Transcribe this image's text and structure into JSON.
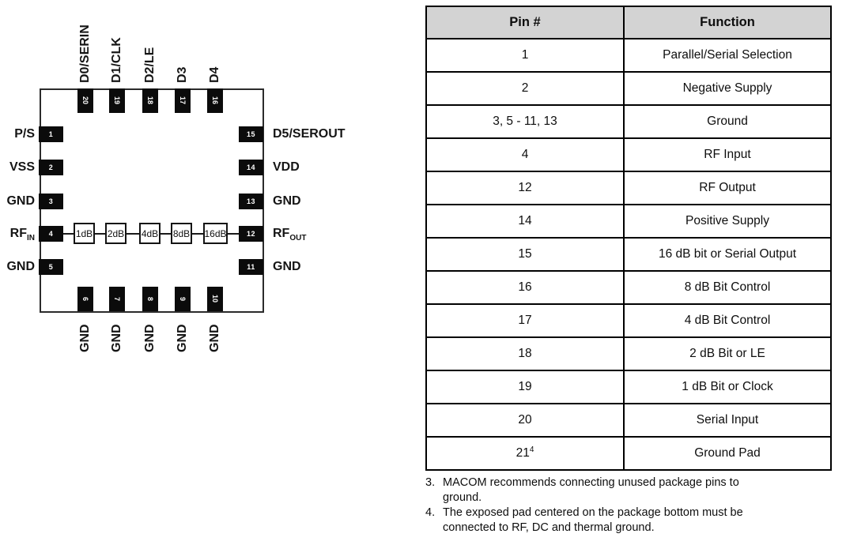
{
  "diagram": {
    "attenuators": [
      "1dB",
      "2dB",
      "4dB",
      "8dB",
      "16dB"
    ],
    "top_pins": [
      {
        "num": "20",
        "label": "D0/SERIN"
      },
      {
        "num": "19",
        "label": "D1/CLK"
      },
      {
        "num": "18",
        "label": "D2/LE"
      },
      {
        "num": "17",
        "label": "D3"
      },
      {
        "num": "16",
        "label": "D4"
      }
    ],
    "bottom_pins": [
      {
        "num": "6",
        "label": "GND"
      },
      {
        "num": "7",
        "label": "GND"
      },
      {
        "num": "8",
        "label": "GND"
      },
      {
        "num": "9",
        "label": "GND"
      },
      {
        "num": "10",
        "label": "GND"
      }
    ],
    "left_pins": [
      {
        "num": "1",
        "label": "P/S",
        "sub": ""
      },
      {
        "num": "2",
        "label": "VSS",
        "sub": ""
      },
      {
        "num": "3",
        "label": "GND",
        "sub": ""
      },
      {
        "num": "4",
        "label": "RF",
        "sub": "IN"
      },
      {
        "num": "5",
        "label": "GND",
        "sub": ""
      }
    ],
    "right_pins": [
      {
        "num": "15",
        "label": "D5/SEROUT",
        "sub": ""
      },
      {
        "num": "14",
        "label": "VDD",
        "sub": ""
      },
      {
        "num": "13",
        "label": "GND",
        "sub": ""
      },
      {
        "num": "12",
        "label": "RF",
        "sub": "OUT"
      },
      {
        "num": "11",
        "label": "GND",
        "sub": ""
      }
    ]
  },
  "table": {
    "headers": [
      "Pin #",
      "Function"
    ],
    "header_bg": "#d3d3d3",
    "rows": [
      {
        "pin": "1",
        "fn": "Parallel/Serial Selection"
      },
      {
        "pin": "2",
        "fn": "Negative Supply"
      },
      {
        "pin": "3, 5 - 11, 13",
        "fn": "Ground"
      },
      {
        "pin": "4",
        "fn": "RF Input"
      },
      {
        "pin": "12",
        "fn": "RF Output"
      },
      {
        "pin": "14",
        "fn": "Positive Supply"
      },
      {
        "pin": "15",
        "fn": "16 dB bit or Serial Output"
      },
      {
        "pin": "16",
        "fn": "8 dB Bit Control"
      },
      {
        "pin": "17",
        "fn": "4 dB Bit Control"
      },
      {
        "pin": "18",
        "fn": "2 dB Bit or LE"
      },
      {
        "pin": "19",
        "fn": "1 dB Bit or Clock"
      },
      {
        "pin": "20",
        "fn": "Serial Input"
      },
      {
        "pin": "21",
        "pin_sup": "4",
        "fn": "Ground Pad"
      }
    ]
  },
  "notes": [
    {
      "num": "3.",
      "text": "MACOM recommends connecting unused package pins to\nground."
    },
    {
      "num": "4.",
      "text": "The exposed pad centered on the package bottom must be\nconnected to RF, DC and thermal ground."
    }
  ]
}
